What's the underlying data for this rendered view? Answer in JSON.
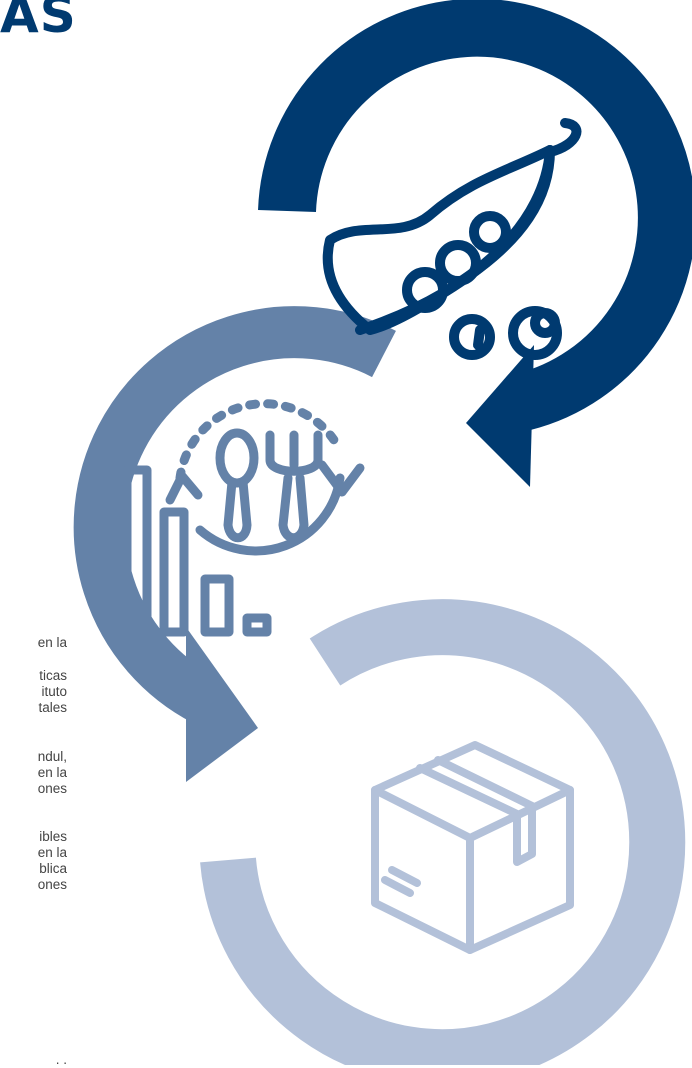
{
  "heading": "AS",
  "colors": {
    "dark_blue": "#003a70",
    "mid_blue": "#6482a8",
    "light_blue": "#b3c1d9",
    "text": "#444444"
  },
  "icons": [
    "pea-pod-icon",
    "food-reduction-chart-icon",
    "box-package-icon"
  ],
  "cut_text": [
    "en la",
    "ticas",
    "ituto",
    "tales",
    "ndul,",
    "en la",
    "ones",
    "ibles",
    "en la",
    "blica",
    "ones",
    ". ."
  ]
}
